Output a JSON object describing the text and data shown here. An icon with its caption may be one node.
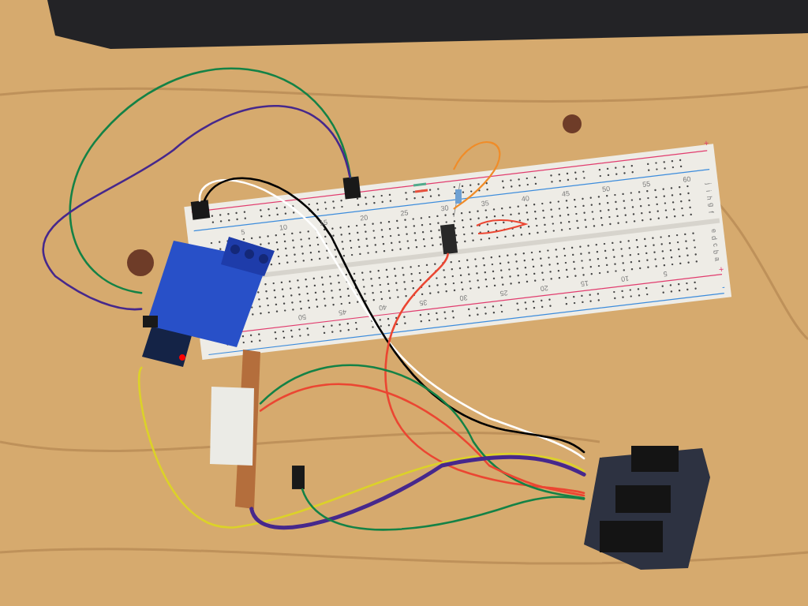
{
  "diagram": {
    "nodes": [
      {
        "text": [],
        "shape": "box"
      },
      {
        "text": [],
        "shape": "box",
        "in": 0
      },
      {
        "text": [],
        "shape": "box",
        "in": 0
      },
      {
        "text": [],
        "shape": "box",
        "in": 0
      },
      {
        "text": [],
        "shape": "picture"
      },
      {
        "text": [],
        "shape": "picture"
      },
      {
        "text": [],
        "shape": "box"
      },
      {
        "text": [],
        "shape": "picture"
      }
    ],
    "edges": [
      {
        "from": 1,
        "to": 4,
        "arrow": "none",
        "color": "#148246"
      },
      {
        "from": 1,
        "to": 4,
        "arrow": "none",
        "color": "#46288c"
      },
      {
        "from": 2,
        "to": 7,
        "arrow": "none",
        "color": "#ffffff"
      },
      {
        "from": 2,
        "to": 7,
        "arrow": "none",
        "color": "#000000"
      },
      {
        "from": 3,
        "to": 7,
        "arrow": "none",
        "color": "#eb4632"
      },
      {
        "from": 4,
        "to": 7,
        "arrow": "none",
        "color": "#dcd228"
      },
      {
        "from": 5,
        "to": 7,
        "arrow": "none",
        "color": "#148246"
      },
      {
        "from": 5,
        "to": 7,
        "arrow": "none",
        "color": "#eb4632"
      },
      {
        "from": 5,
        "to": 7,
        "arrow": "none",
        "color": "#46288c",
        "style": "thick"
      },
      {
        "from": 6,
        "to": 7,
        "arrow": "none",
        "color": "#148246"
      }
    ],
    "labels": [
      "5",
      "10",
      "15",
      "20",
      "25",
      "30",
      "35",
      "40",
      "45",
      "50",
      "55",
      "60",
      "j",
      "i",
      "h",
      "g",
      "f",
      "e",
      "d",
      "c",
      "b",
      "a",
      "5",
      "10",
      "15",
      "20",
      "25",
      "30",
      "35",
      "40",
      "45",
      "50",
      "+",
      "+",
      "-"
    ]
  }
}
